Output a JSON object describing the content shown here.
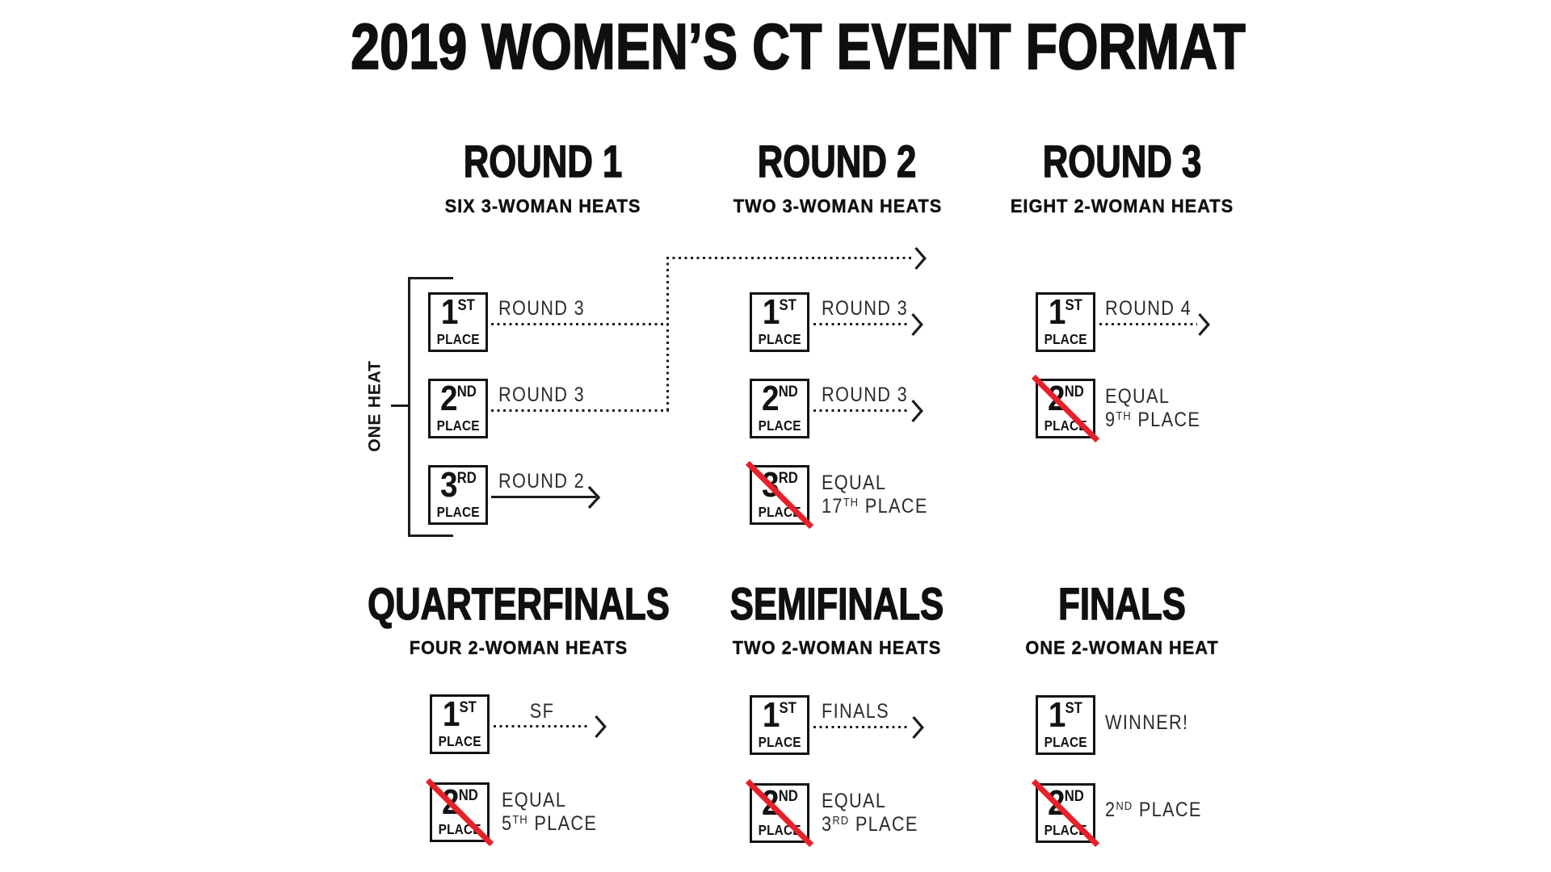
{
  "title": "2019 WOMEN’S CT EVENT FORMAT",
  "palette": {
    "ink": "#131313",
    "text": "#2c2c2c",
    "red": "#e7202a"
  },
  "round1": {
    "title": "ROUND 1",
    "subtitle": "SIX 3-WOMAN HEATS",
    "bracket_label": "ONE HEAT",
    "first": {
      "num": "1",
      "ord": "ST",
      "word": "PLACE",
      "label": "ROUND 3"
    },
    "second": {
      "num": "2",
      "ord": "ND",
      "word": "PLACE",
      "label": "ROUND 3"
    },
    "third": {
      "num": "3",
      "ord": "RD",
      "word": "PLACE",
      "label": "ROUND 2"
    }
  },
  "round2": {
    "title": "ROUND 2",
    "subtitle": "TWO 3-WOMAN HEATS",
    "first": {
      "num": "1",
      "ord": "ST",
      "word": "PLACE",
      "label": "ROUND 3"
    },
    "second": {
      "num": "2",
      "ord": "ND",
      "word": "PLACE",
      "label": "ROUND 3"
    },
    "third": {
      "num": "3",
      "ord": "RD",
      "word": "PLACE",
      "eq_line1": "EQUAL",
      "eq_num": "17",
      "eq_sup": "TH",
      "eq_rest": "PLACE"
    }
  },
  "round3": {
    "title": "ROUND 3",
    "subtitle": "EIGHT 2-WOMAN HEATS",
    "first": {
      "num": "1",
      "ord": "ST",
      "word": "PLACE",
      "label": "ROUND 4"
    },
    "second": {
      "num": "2",
      "ord": "ND",
      "word": "PLACE",
      "eq_line1": "EQUAL",
      "eq_num": "9",
      "eq_sup": "TH",
      "eq_rest": "PLACE"
    }
  },
  "quarterfinals": {
    "title": "QUARTERFINALS",
    "subtitle": "FOUR 2-WOMAN HEATS",
    "first": {
      "num": "1",
      "ord": "ST",
      "word": "PLACE",
      "label": "SF"
    },
    "second": {
      "num": "2",
      "ord": "ND",
      "word": "PLACE",
      "eq_line1": "EQUAL",
      "eq_num": "5",
      "eq_sup": "TH",
      "eq_rest": "PLACE"
    }
  },
  "semifinals": {
    "title": "SEMIFINALS",
    "subtitle": "TWO 2-WOMAN HEATS",
    "first": {
      "num": "1",
      "ord": "ST",
      "word": "PLACE",
      "label": "FINALS"
    },
    "second": {
      "num": "2",
      "ord": "ND",
      "word": "PLACE",
      "eq_line1": "EQUAL",
      "eq_num": "3",
      "eq_sup": "RD",
      "eq_rest": "PLACE"
    }
  },
  "finals": {
    "title": "FINALS",
    "subtitle": "ONE 2-WOMAN HEAT",
    "first": {
      "num": "1",
      "ord": "ST",
      "word": "PLACE",
      "label": "WINNER!"
    },
    "second": {
      "num": "2",
      "ord": "ND",
      "word": "PLACE",
      "eq_num": "2",
      "eq_sup": "ND",
      "eq_rest": "PLACE"
    }
  }
}
